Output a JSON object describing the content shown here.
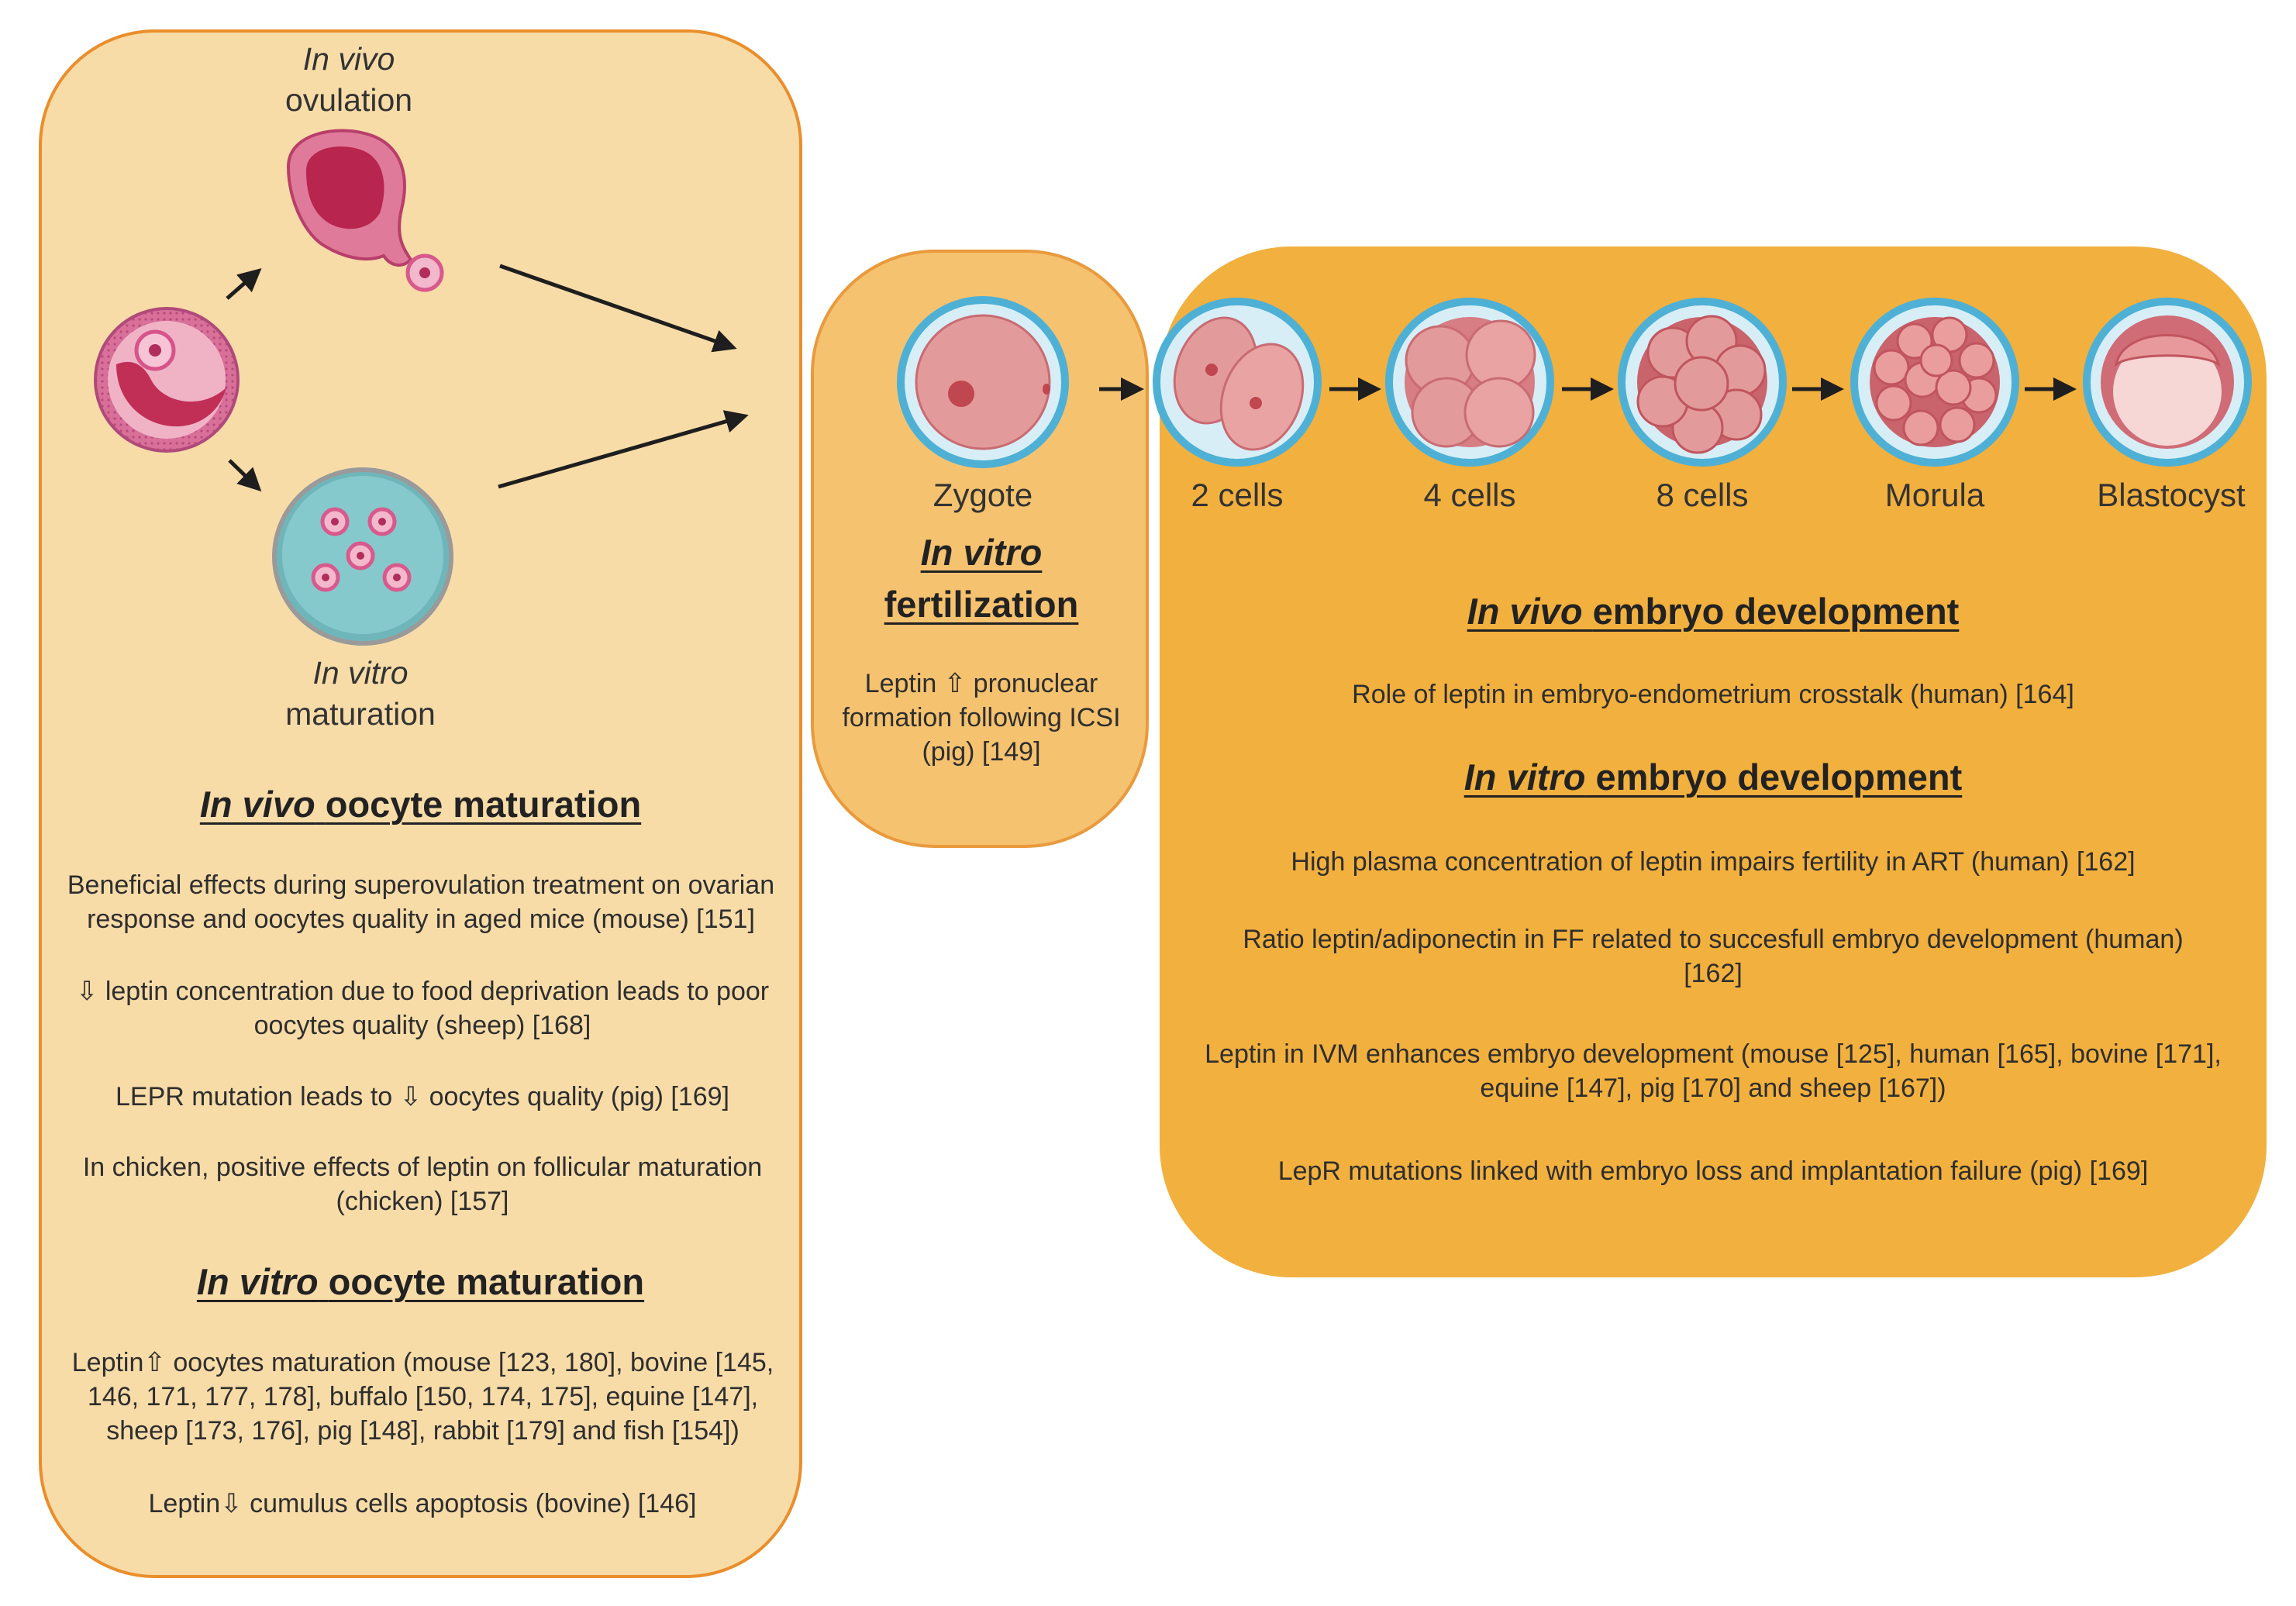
{
  "colors": {
    "left_panel": "#f8dca8",
    "left_border": "#ea8e2c",
    "mid_panel": "#f5c26f",
    "right_panel": "#f2b03e",
    "embryo_cell": "#e0888c",
    "zona": "#5cb9d8",
    "ovary": "#c53b65",
    "dish": "#7fc3c6"
  },
  "icons": [
    "follicle-icon",
    "ovulation-ovary-icon",
    "culture-dish-icon",
    "zygote-icon",
    "two-cell-embryo-icon",
    "four-cell-embryo-icon",
    "eight-cell-embryo-icon",
    "morula-icon",
    "blastocyst-icon",
    "arrow-icon"
  ],
  "left": {
    "invivo_label_italic": "In vivo",
    "invivo_label_rest": "ovulation",
    "invitro_label_italic": "In vitro",
    "invitro_label_rest": "maturation",
    "section1_title_italic": "In vivo",
    "section1_title_rest": "oocyte maturation",
    "section1_items": [
      "Beneficial effects during superovulation treatment on ovarian response and oocytes quality in aged mice (mouse) [151]",
      "⇩ leptin concentration due to food deprivation leads to poor oocytes quality (sheep) [168]",
      "LEPR mutation leads to ⇩ oocytes quality (pig) [169]",
      "In chicken, positive effects of leptin on follicular maturation (chicken) [157]"
    ],
    "section2_title_italic": "In vitro",
    "section2_title_rest": "oocyte maturation",
    "section2_items": [
      "Leptin⇧ oocytes maturation (mouse [123, 180], bovine [145, 146, 171, 177, 178], buffalo [150, 174, 175], equine [147], sheep [173, 176], pig [148], rabbit [179] and fish [154])",
      "Leptin⇩ cumulus cells apoptosis (bovine) [146]"
    ]
  },
  "middle": {
    "stage_label": "Zygote",
    "title_italic": "In vitro",
    "title_rest": "fertilization",
    "text": "Leptin ⇧ pronuclear formation following ICSI (pig) [149]"
  },
  "right": {
    "stages": [
      "2 cells",
      "4 cells",
      "8 cells",
      "Morula",
      "Blastocyst"
    ],
    "section1_title_italic": "In vivo",
    "section1_title_rest": "embryo development",
    "section1_items": [
      "Role of leptin in embryo-endometrium crosstalk (human) [164]"
    ],
    "section2_title_italic": "In vitro",
    "section2_title_rest": "embryo development",
    "section2_items": [
      "High plasma concentration of leptin impairs fertility in ART (human) [162]",
      "Ratio leptin/adiponectin in FF related to succesfull embryo development (human) [162]",
      "Leptin in IVM enhances embryo development (mouse [125], human [165], bovine [171], equine [147], pig [170] and sheep [167])",
      "LepR mutations linked with embryo loss and implantation failure (pig) [169]"
    ]
  }
}
